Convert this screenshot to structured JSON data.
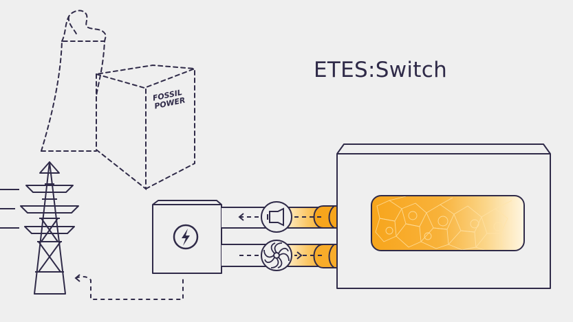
{
  "title": "ETES:Switch",
  "fossil_label": {
    "line1": "FOSSIL",
    "line2": "POWER"
  },
  "colors": {
    "background": "#efefef",
    "outline": "#2f2a48",
    "heat_orange": "#f7a51c",
    "heat_light": "#fff6e2"
  },
  "icons": {
    "power_unit": "lightning-bolt-icon",
    "generator": "generator-icon",
    "compressor": "fan-turbine-icon",
    "grid": "transmission-tower-icon",
    "plant": "fossil-power-plant-icon",
    "storage": "rock-heat-storage-icon"
  }
}
